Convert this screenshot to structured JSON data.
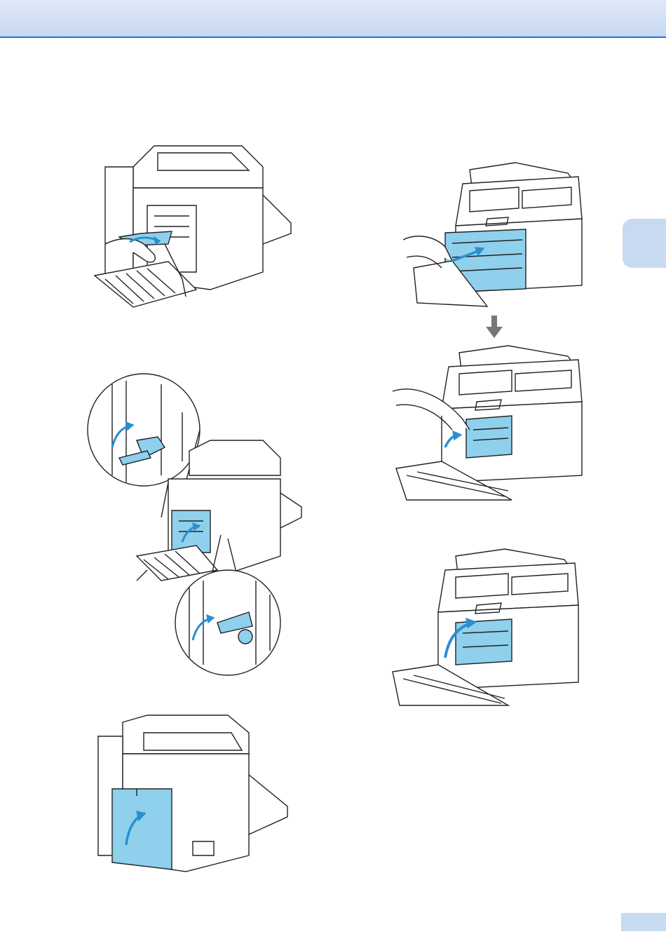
{
  "colors": {
    "header_fill": "#c6d8f2",
    "header_rule": "#2f6fd6",
    "part_highlight": "#8fd0ec",
    "arrow": "#2a8fd0",
    "line": "#222222"
  },
  "figures": [
    {
      "name": "rear-jam-removal",
      "icons": [
        "hand-icon",
        "curved-arrow-icon"
      ]
    },
    {
      "name": "fuser-levers-up",
      "icons": [
        "magnify-circle-icon",
        "curved-arrow-icon"
      ]
    },
    {
      "name": "back-cover-close",
      "icons": [
        "curved-arrow-icon"
      ]
    },
    {
      "name": "drum-unit-slide",
      "icons": [
        "hand-icon",
        "arrow-icon"
      ]
    },
    {
      "name": "drum-unit-lever",
      "icons": [
        "hand-icon",
        "arrow-icon"
      ]
    },
    {
      "name": "front-cover-close",
      "icons": [
        "curved-arrow-icon"
      ]
    }
  ],
  "connector": {
    "icon": "down-arrow-icon"
  }
}
